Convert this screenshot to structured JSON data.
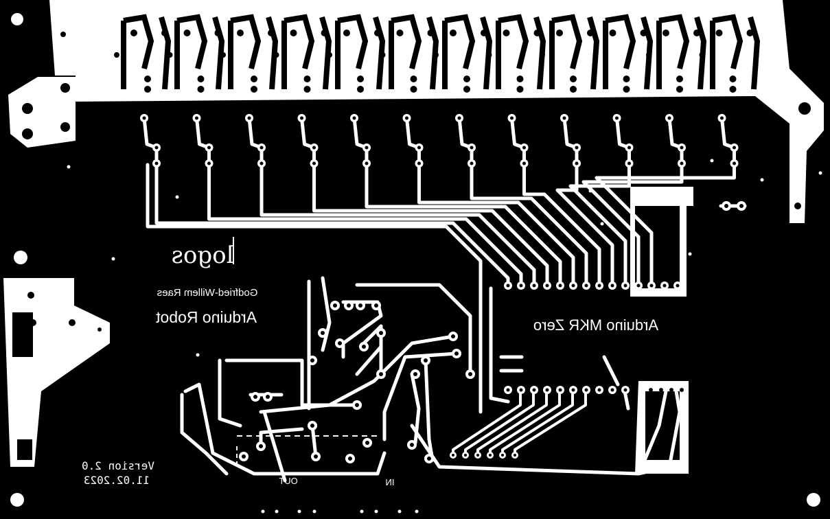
{
  "board": {
    "background_color": "#000000",
    "copper_color": "#FFFFFF"
  },
  "labels": {
    "logo_text": "logos",
    "author": "Godfried-Willem Raes",
    "project": "Arduino Robot",
    "module": "Arduino MKR Zero",
    "version": "Version 2.0",
    "date": "11.02.2023",
    "out_label": "OUT",
    "in_label": "IN"
  }
}
